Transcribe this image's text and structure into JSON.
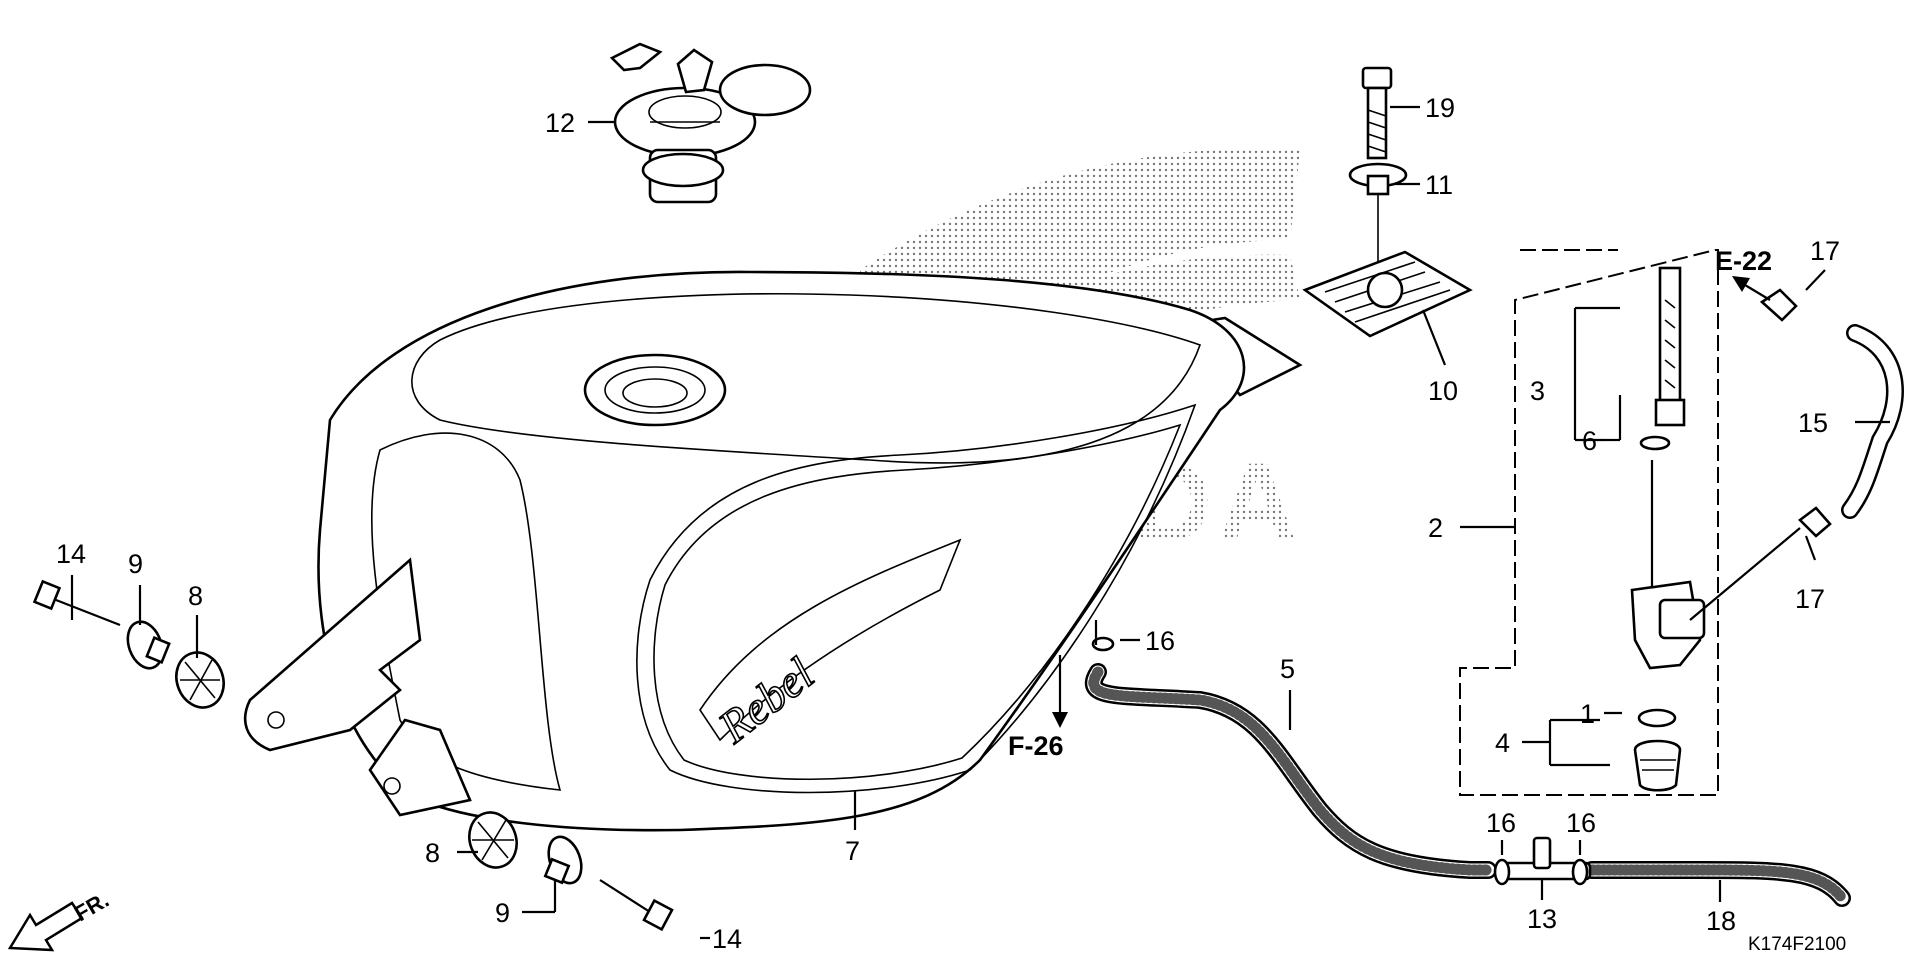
{
  "diagram": {
    "code": "K174F2100",
    "fr_label": "FR.",
    "callouts": {
      "c1": "1",
      "c2": "2",
      "c3": "3",
      "c4": "4",
      "c5": "5",
      "c6": "6",
      "c7": "7",
      "c8a": "8",
      "c8b": "8",
      "c9a": "9",
      "c9b": "9",
      "c10": "10",
      "c11": "11",
      "c12": "12",
      "c13": "13",
      "c14a": "14",
      "c14b": "14",
      "c15": "15",
      "c16a": "16",
      "c16b": "16",
      "c16c": "16",
      "c17a": "17",
      "c17b": "17",
      "c18": "18",
      "c19": "19"
    },
    "refs": {
      "e22": "E-22",
      "f26": "F-26"
    },
    "emblem_text": "Rebel",
    "watermark_text": "HONDA"
  }
}
